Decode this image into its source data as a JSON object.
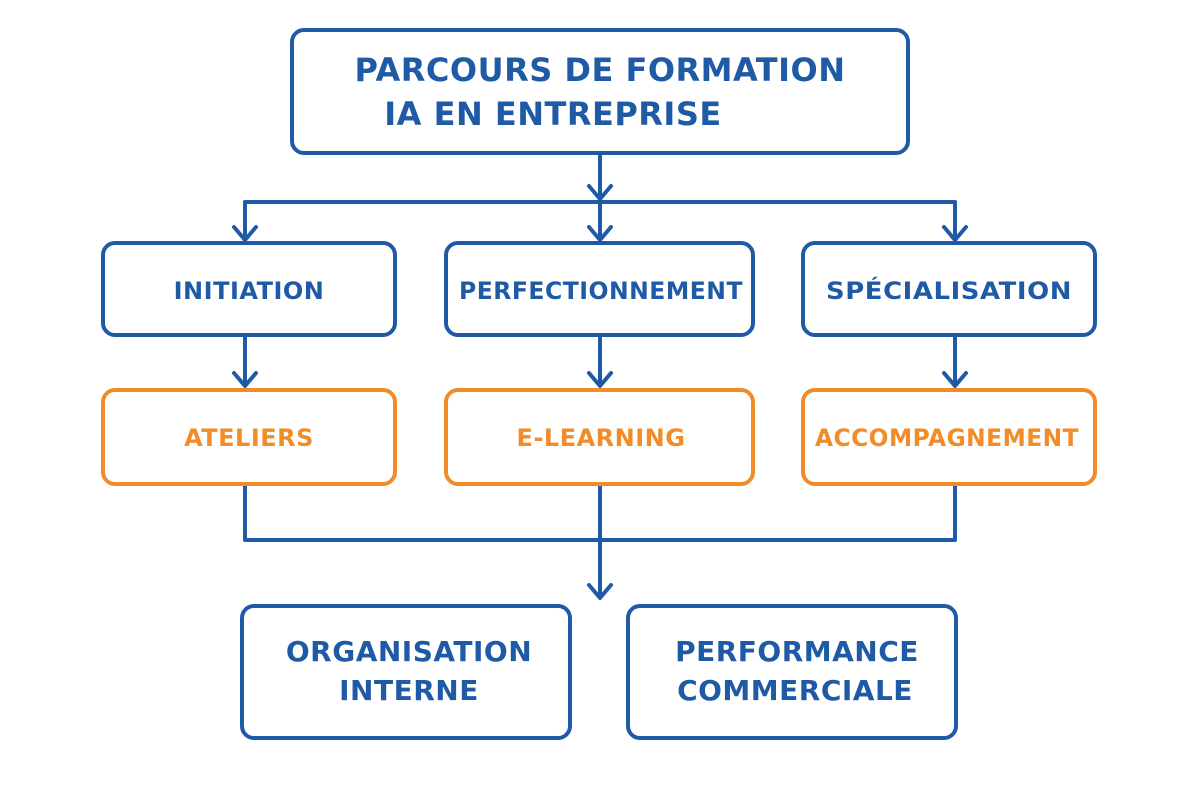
{
  "colors": {
    "primary": "#1f5aa6",
    "accent": "#f28c28",
    "background": "#ffffff"
  },
  "title": {
    "line1": "PARCOURS DE FORMATION",
    "line2": "IA EN ENTREPRISE"
  },
  "levels": [
    {
      "label": "INITIATION"
    },
    {
      "label": "PERFECTIONNEMENT"
    },
    {
      "label": "SPÉCIALISATION"
    }
  ],
  "formats": [
    {
      "label": "ATELIERS"
    },
    {
      "label": "E-LEARNING"
    },
    {
      "label": "ACCOMPAGNEMENT"
    }
  ],
  "outcomes": [
    {
      "line1": "ORGANISATION",
      "line2": "INTERNE"
    },
    {
      "line1": "PERFORMANCE",
      "line2": "COMMERCIALE"
    }
  ]
}
